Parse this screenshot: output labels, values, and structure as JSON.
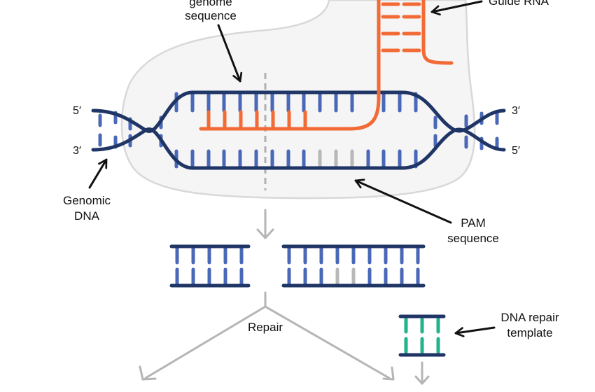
{
  "labels": {
    "genome_sequence": [
      "genome",
      "sequence"
    ],
    "guide_rna": "Guide RNA",
    "genomic_dna": [
      "Genomic",
      "DNA"
    ],
    "pam_sequence": [
      "PAM",
      "sequence"
    ],
    "repair": "Repair",
    "dna_repair_template": [
      "DNA repair",
      "template"
    ]
  },
  "strand_ends": {
    "left_top": "5′",
    "left_bottom": "3′",
    "right_top": "3′",
    "right_bottom": "5′"
  },
  "colors": {
    "dna_backbone": "#1f3566",
    "dna_base": "#4a68b8",
    "guide_rna": "#f26a35",
    "pam_base": "#b8b8b8",
    "repair_template_base": "#22b38b",
    "cas9_fill": "#f5f5f5",
    "cas9_outline": "#d8d8d8",
    "flow_arrow": "#b5b5b5",
    "pointer_arrow": "#111111"
  }
}
